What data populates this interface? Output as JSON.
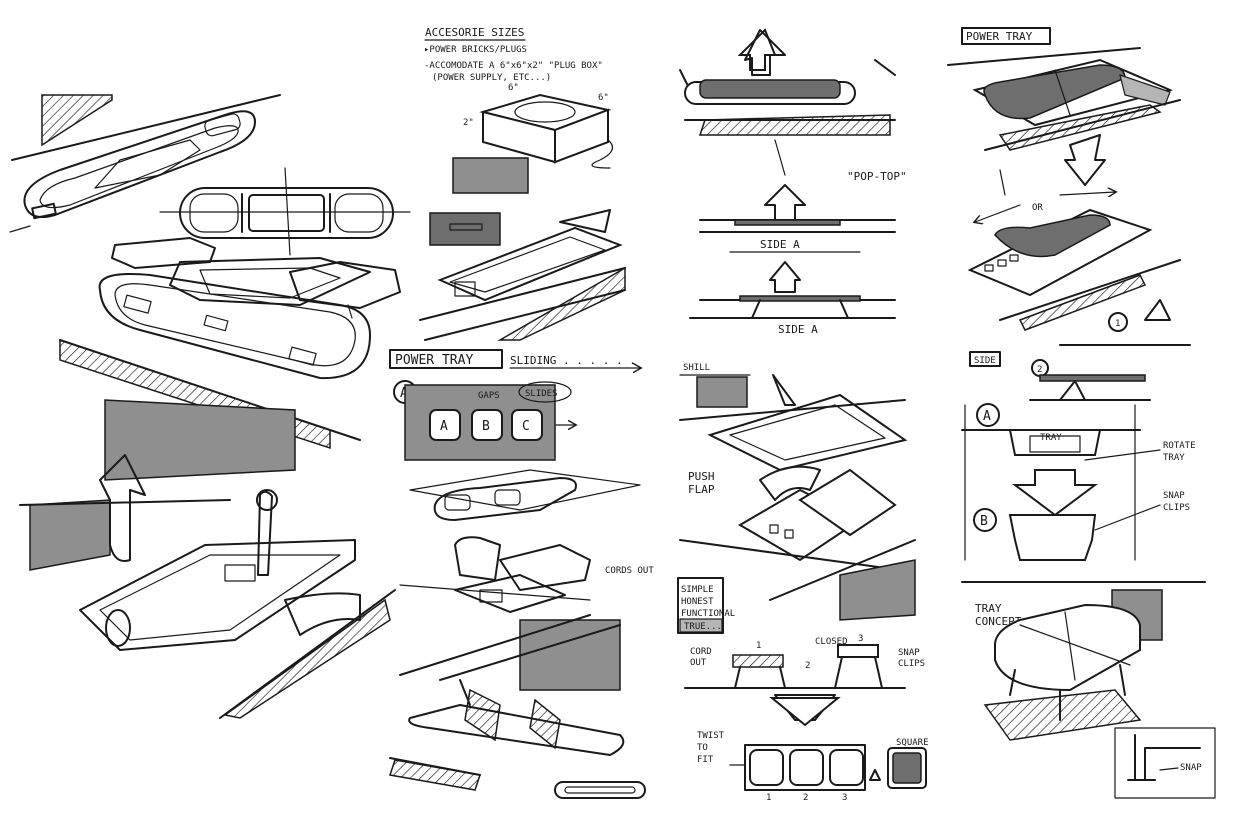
{
  "notes": {
    "accessory_title": "ACCESORIE SIZES",
    "accessory_line1": "▸POWER BRICKS/PLUGS",
    "accessory_line2": "-ACCOMODATE A 6\"x6\"x2\" \"PLUG BOX\"",
    "accessory_line3": "(POWER SUPPLY, ETC...)",
    "dim_6a": "6\"",
    "dim_6b": "6\"",
    "dim_2": "2\"",
    "power_tray_sliding": "POWER TRAY",
    "sliding": "SLIDING . . . . . .",
    "circle_a_left": "A",
    "gaps": "GAPS",
    "slides": "SLIDES",
    "slot_a": "A",
    "slot_b": "B",
    "slot_c": "C",
    "cords_out": "CORDS OUT",
    "pop_top": "\"POP-TOP\"",
    "side_a1": "SIDE A",
    "side_a2": "SIDE A",
    "shell": "SHILL",
    "push_flap_1": "PUSH",
    "push_flap_2": "FLAP",
    "simple_1": "SIMPLE",
    "simple_2": "HONEST",
    "simple_3": "FUNCTIONAL",
    "true_label": "TRUE...",
    "cord_out_1": "CORD",
    "cord_out_2": "OUT",
    "closed": "CLOSED",
    "snap_clips_mid_1": "SNAP",
    "snap_clips_mid_2": "CLIPS",
    "num_1_top": "1",
    "num_2_mid": "2",
    "num_3_top": "3",
    "twist_1": "TWIST",
    "twist_2": "TO",
    "twist_3": "FIT",
    "square": "SQUARE",
    "num_1_bot": "1",
    "num_2_bot": "2",
    "num_3_bot": "3",
    "power_tray_right": "POWER TRAY",
    "or": "OR",
    "circle_1": "1",
    "circle_2": "2",
    "side_box": "SIDE",
    "circle_a_right": "A",
    "tray_small": "TRAY",
    "rotate_tray_1": "ROTATE",
    "rotate_tray_2": "TRAY",
    "circle_b_right": "B",
    "snap_clips_right_1": "SNAP",
    "snap_clips_right_2": "CLIPS",
    "tray_concept_1": "TRAY",
    "tray_concept_2": "CONCEPT",
    "snap": "SNAP"
  }
}
